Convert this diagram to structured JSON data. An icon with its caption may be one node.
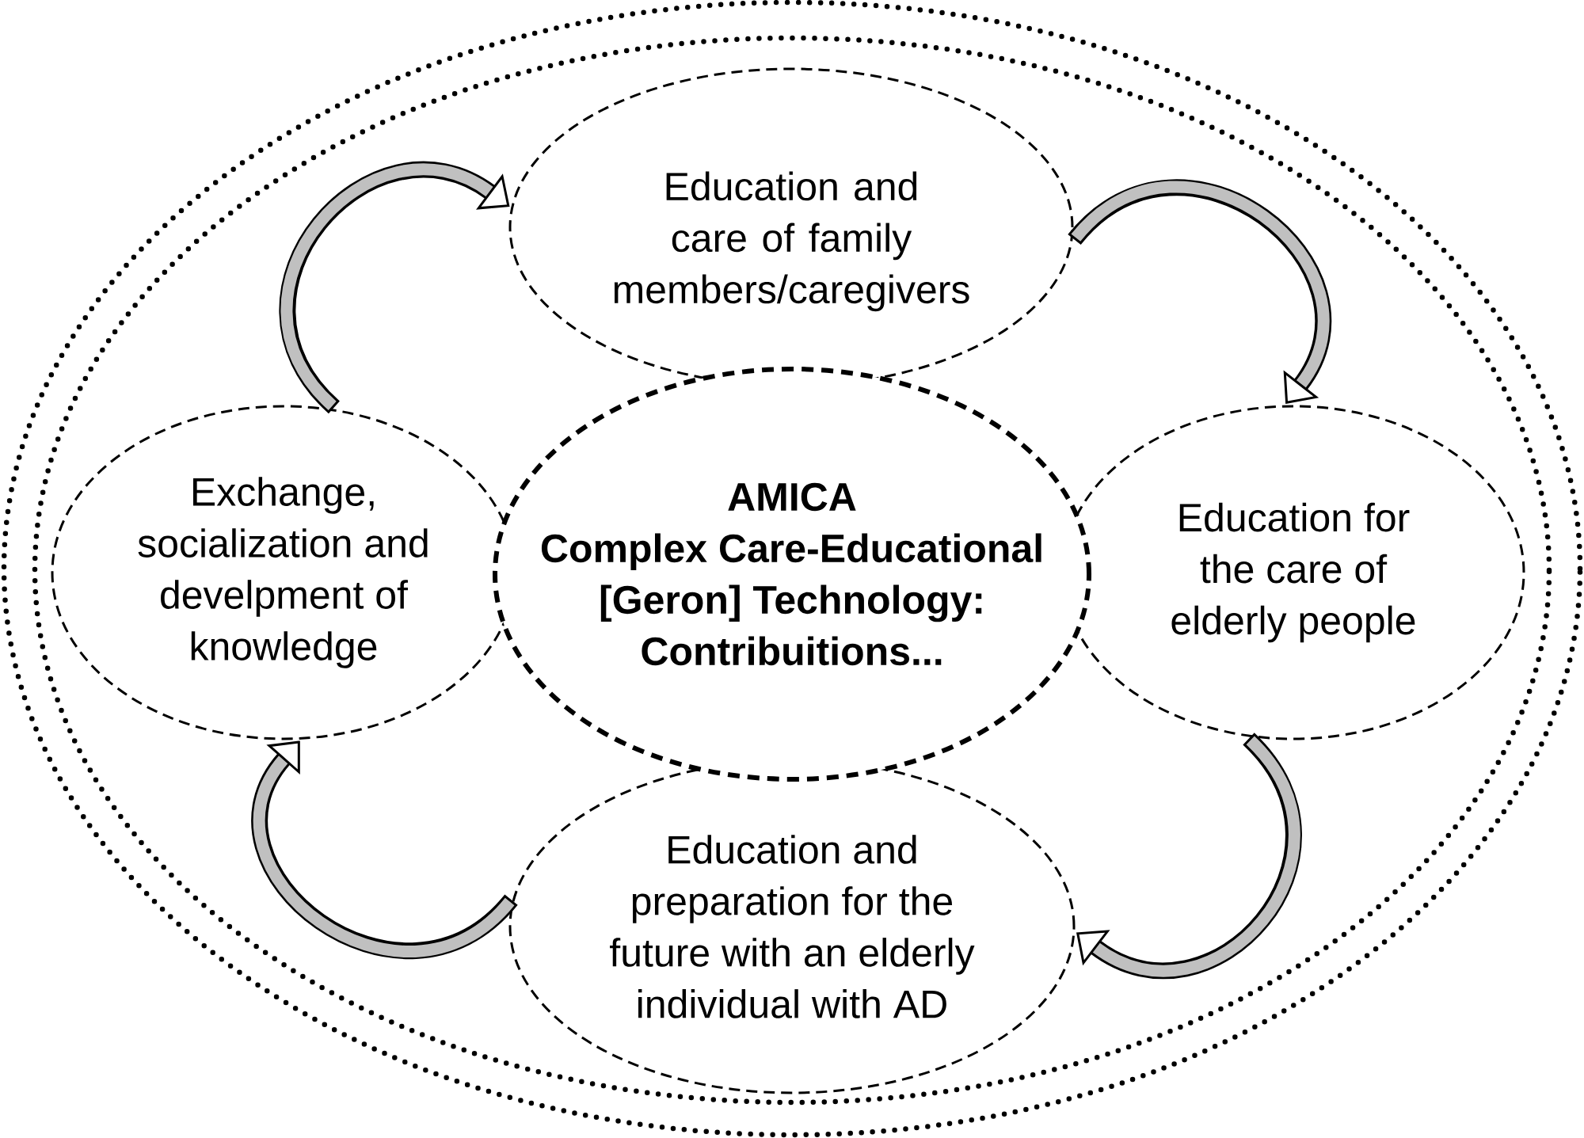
{
  "diagram": {
    "nodes": [
      {
        "text": [
          "Education and care of family members/caregivers"
        ]
      },
      {
        "text": [
          "Exchange, socialization and develpment of knowledge"
        ]
      },
      {
        "text": [
          "AMICA",
          "Complex Care-Educational [Geron] Technology: Contribuitions..."
        ]
      },
      {
        "text": [
          "Education for the care of elderly people"
        ]
      },
      {
        "text": [
          "Education and preparation for the future with an elderly individual with AD"
        ]
      }
    ],
    "edges": [
      {
        "from": 1,
        "to": 0,
        "arrow": "to"
      },
      {
        "from": 0,
        "to": 3,
        "arrow": "to"
      },
      {
        "from": 3,
        "to": 4,
        "arrow": "to"
      },
      {
        "from": 4,
        "to": 1,
        "arrow": "to"
      }
    ]
  }
}
